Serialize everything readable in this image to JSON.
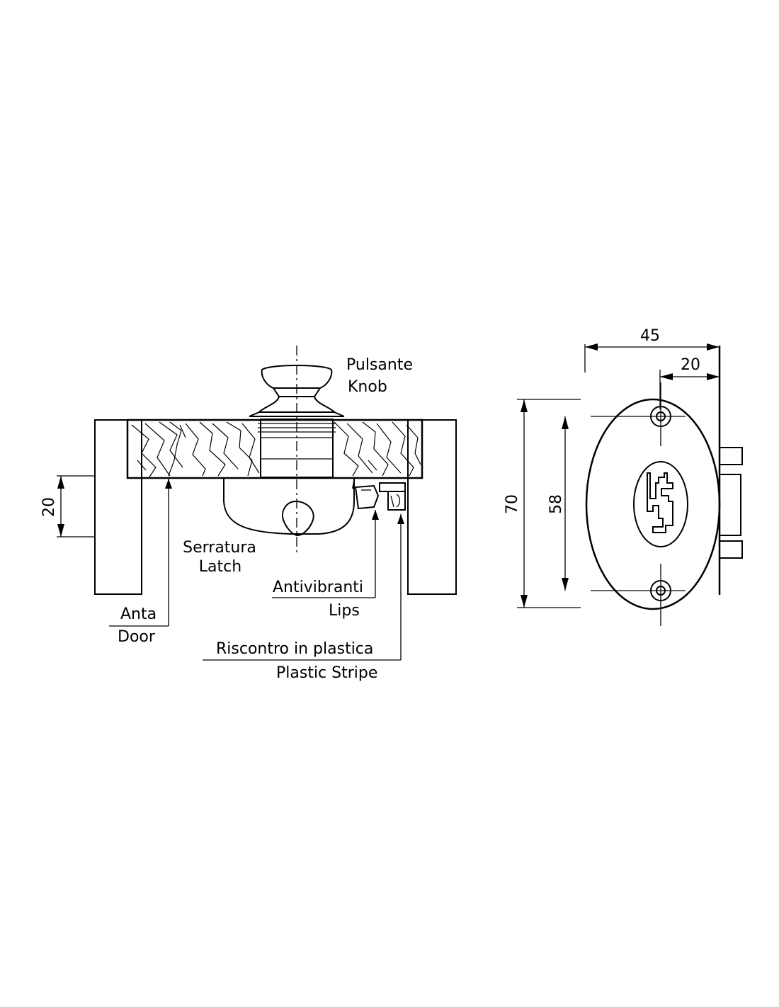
{
  "labels": {
    "knob_it": "Pulsante",
    "knob_en": "Knob",
    "latch_it": "Serratura",
    "latch_en": "Latch",
    "lips_it": "Antivibranti",
    "lips_en": "Lips",
    "door_it": "Anta",
    "door_en": "Door",
    "stripe_it": "Riscontro in plastica",
    "stripe_en": "Plastic Stripe"
  },
  "dimensions": {
    "section_height": "20",
    "overall_width": "45",
    "partial_width": "20",
    "overall_height": "70",
    "hole_spacing": "58"
  }
}
